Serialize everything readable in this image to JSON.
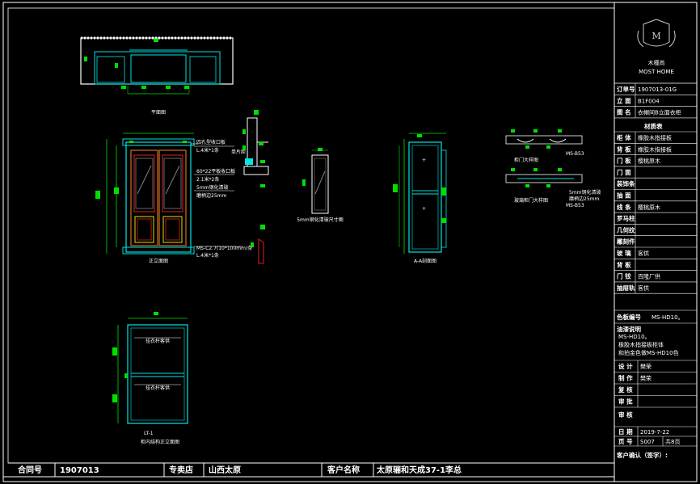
{
  "colors": {
    "background": "#000000",
    "frame": "#ffffff",
    "cyan": "#00e5e5",
    "green": "#00e000",
    "red": "#e02020",
    "orange": "#d07020",
    "yellow": "#e0e000",
    "gray": "#808080"
  },
  "logo": {
    "name_cn": "木槿尚",
    "name_en": "MOST HOME"
  },
  "title_block": {
    "order_label": "订单号",
    "order_value": "1907013-01G",
    "elevation_label": "立 面",
    "elevation_value": "B1F004",
    "drawing_label": "图 名",
    "drawing_value": "衣帽间B立面衣柜",
    "materials_title": "材质表",
    "materials": [
      {
        "label": "柜 体",
        "value": "橡胶木指接板"
      },
      {
        "label": "背 板",
        "value": "橡胶木指接板"
      },
      {
        "label": "门 板",
        "value": "樱桃原木"
      },
      {
        "label": "门 面",
        "value": ""
      },
      {
        "label": "装饰条",
        "value": ""
      },
      {
        "label": "抽 面",
        "value": ""
      },
      {
        "label": "线 条",
        "value": "樱桃原木"
      },
      {
        "label": "罗马柱",
        "value": ""
      },
      {
        "label": "几何纹",
        "value": ""
      },
      {
        "label": "雕刻件",
        "value": ""
      },
      {
        "label": "玻 璃",
        "value": "客供"
      },
      {
        "label": "背 板",
        "value": ""
      },
      {
        "label": "门 铰",
        "value": "百隆厂供"
      },
      {
        "label": "抽屉轨",
        "value": "客供"
      }
    ],
    "color_label": "色板编号",
    "color_value": "MS-HD10。",
    "process_label": "油漆说明",
    "process_lines": [
      "MS-HD10。",
      "橡胶木指接板柜体",
      "和拍金色做MS-HD10色"
    ],
    "designer_label": "设 计",
    "designer_value": "樊荣",
    "drafter_label": "制 作",
    "drafter_value": "樊荣",
    "checker_label": "复 核",
    "checker_value": "",
    "reviewer_label": "审 核",
    "reviewer_value": "",
    "approver_label": "审 批",
    "approver_value": "",
    "date_label": "日 期",
    "date_value": "2019-7-22",
    "page_label": "页 号",
    "page_value": "S007",
    "total_pages": "共8页",
    "client_sign_label": "客户确认（签字）:"
  },
  "bottom_bar": {
    "contract_label": "合同号",
    "contract_value": "1907013",
    "store_label": "专卖店",
    "store_value": "山西太原",
    "client_label": "客户名称",
    "client_value": "太原骊和天成37-1李总"
  },
  "drawing": {
    "plan_title": "平面图",
    "front_title": "正立面图",
    "section_title": "A-A剖面图",
    "glass_title": "5mm钢化清玻尺寸图",
    "door_detail_title": "柜门大样图",
    "glass_door_detail_title": "玻璃柜门大样图",
    "structure_title": "柜内结构正立面图",
    "note_top_1": "四孔型收口板",
    "note_top_2": "L.4米*1条",
    "note_mid_1": "60*22平板收口板",
    "note_mid_2": "2.1米*2条",
    "note_glass_1": "5mm钢化清玻",
    "note_glass_2": "磨柄边25mm",
    "note_bot_1": "MS-C2.7(10*100mm)条",
    "note_bot_2": "L.4米*1条",
    "note_side": "单片距",
    "note_detail_glass_1": "5mm钢化清玻",
    "note_detail_glass_2": "磨柄边25mm",
    "code_1": "MS-B53",
    "code_2": "MS-B53",
    "rail_1": "挂衣杆客供",
    "rail_2": "挂衣杆客供",
    "section_mark": "LT-1"
  }
}
